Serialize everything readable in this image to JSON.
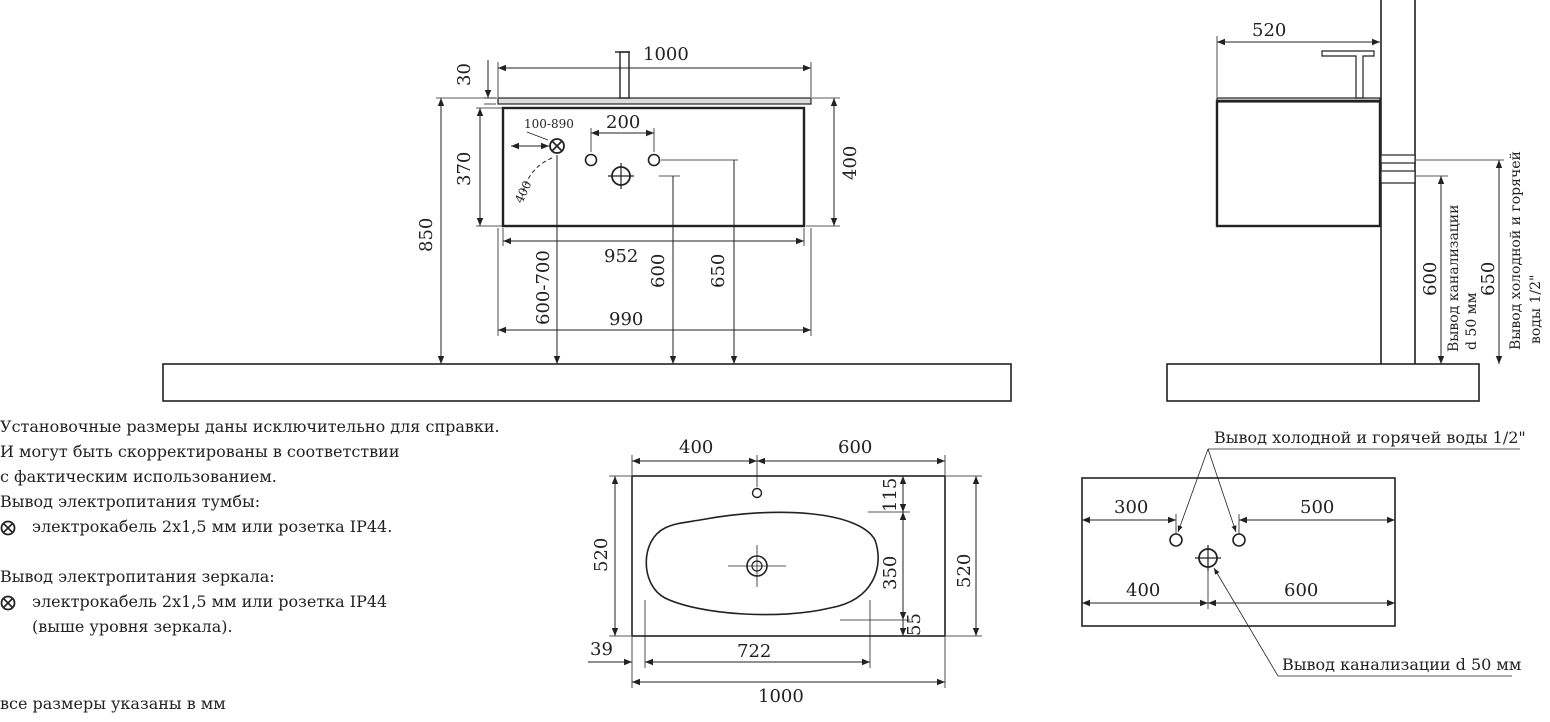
{
  "front_view": {
    "width_top": "1000",
    "top_thickness": "30",
    "body_height": "370",
    "total_height": "850",
    "right_height": "400",
    "inner_width": "952",
    "bottom_width": "990",
    "drain_range": "600-700",
    "water_h1": "600",
    "water_h2": "650",
    "pipe_spacing": "200",
    "socket_range": "100-890",
    "socket_note": "400"
  },
  "side_view": {
    "depth": "520",
    "h_drain": "600",
    "h_water": "650",
    "label_drain_line1": "Вывод канализации",
    "label_drain_line2": "d 50 мм",
    "label_water_line1": "Вывод холодной и горячей",
    "label_water_line2": "воды 1/2\""
  },
  "notes": {
    "line1": "Установочные размеры даны исключительно для справки.",
    "line2": "И могут быть скорректированы в соответствии",
    "line3": "с фактическим использованием.",
    "line4": "Вывод электропитания тумбы:",
    "line5": "электрокабель 2x1,5 мм или розетка IP44.",
    "line6": "Вывод электропитания зеркала:",
    "line7": "электрокабель 2x1,5 мм или розетка IP44",
    "line8": "(выше уровня зеркала).",
    "footer": "все размеры указаны в мм"
  },
  "top_view": {
    "d400": "400",
    "d600": "600",
    "d115": "115",
    "d350": "350",
    "d55": "55",
    "d520_left": "520",
    "d520_right": "520",
    "d39": "39",
    "d722": "722",
    "d1000": "1000"
  },
  "wall_view": {
    "callout_water": "Вывод холодной и горячей воды 1/2\"",
    "d300": "300",
    "d500": "500",
    "d400": "400",
    "d600": "600",
    "callout_drain": "Вывод канализации d 50 мм"
  }
}
